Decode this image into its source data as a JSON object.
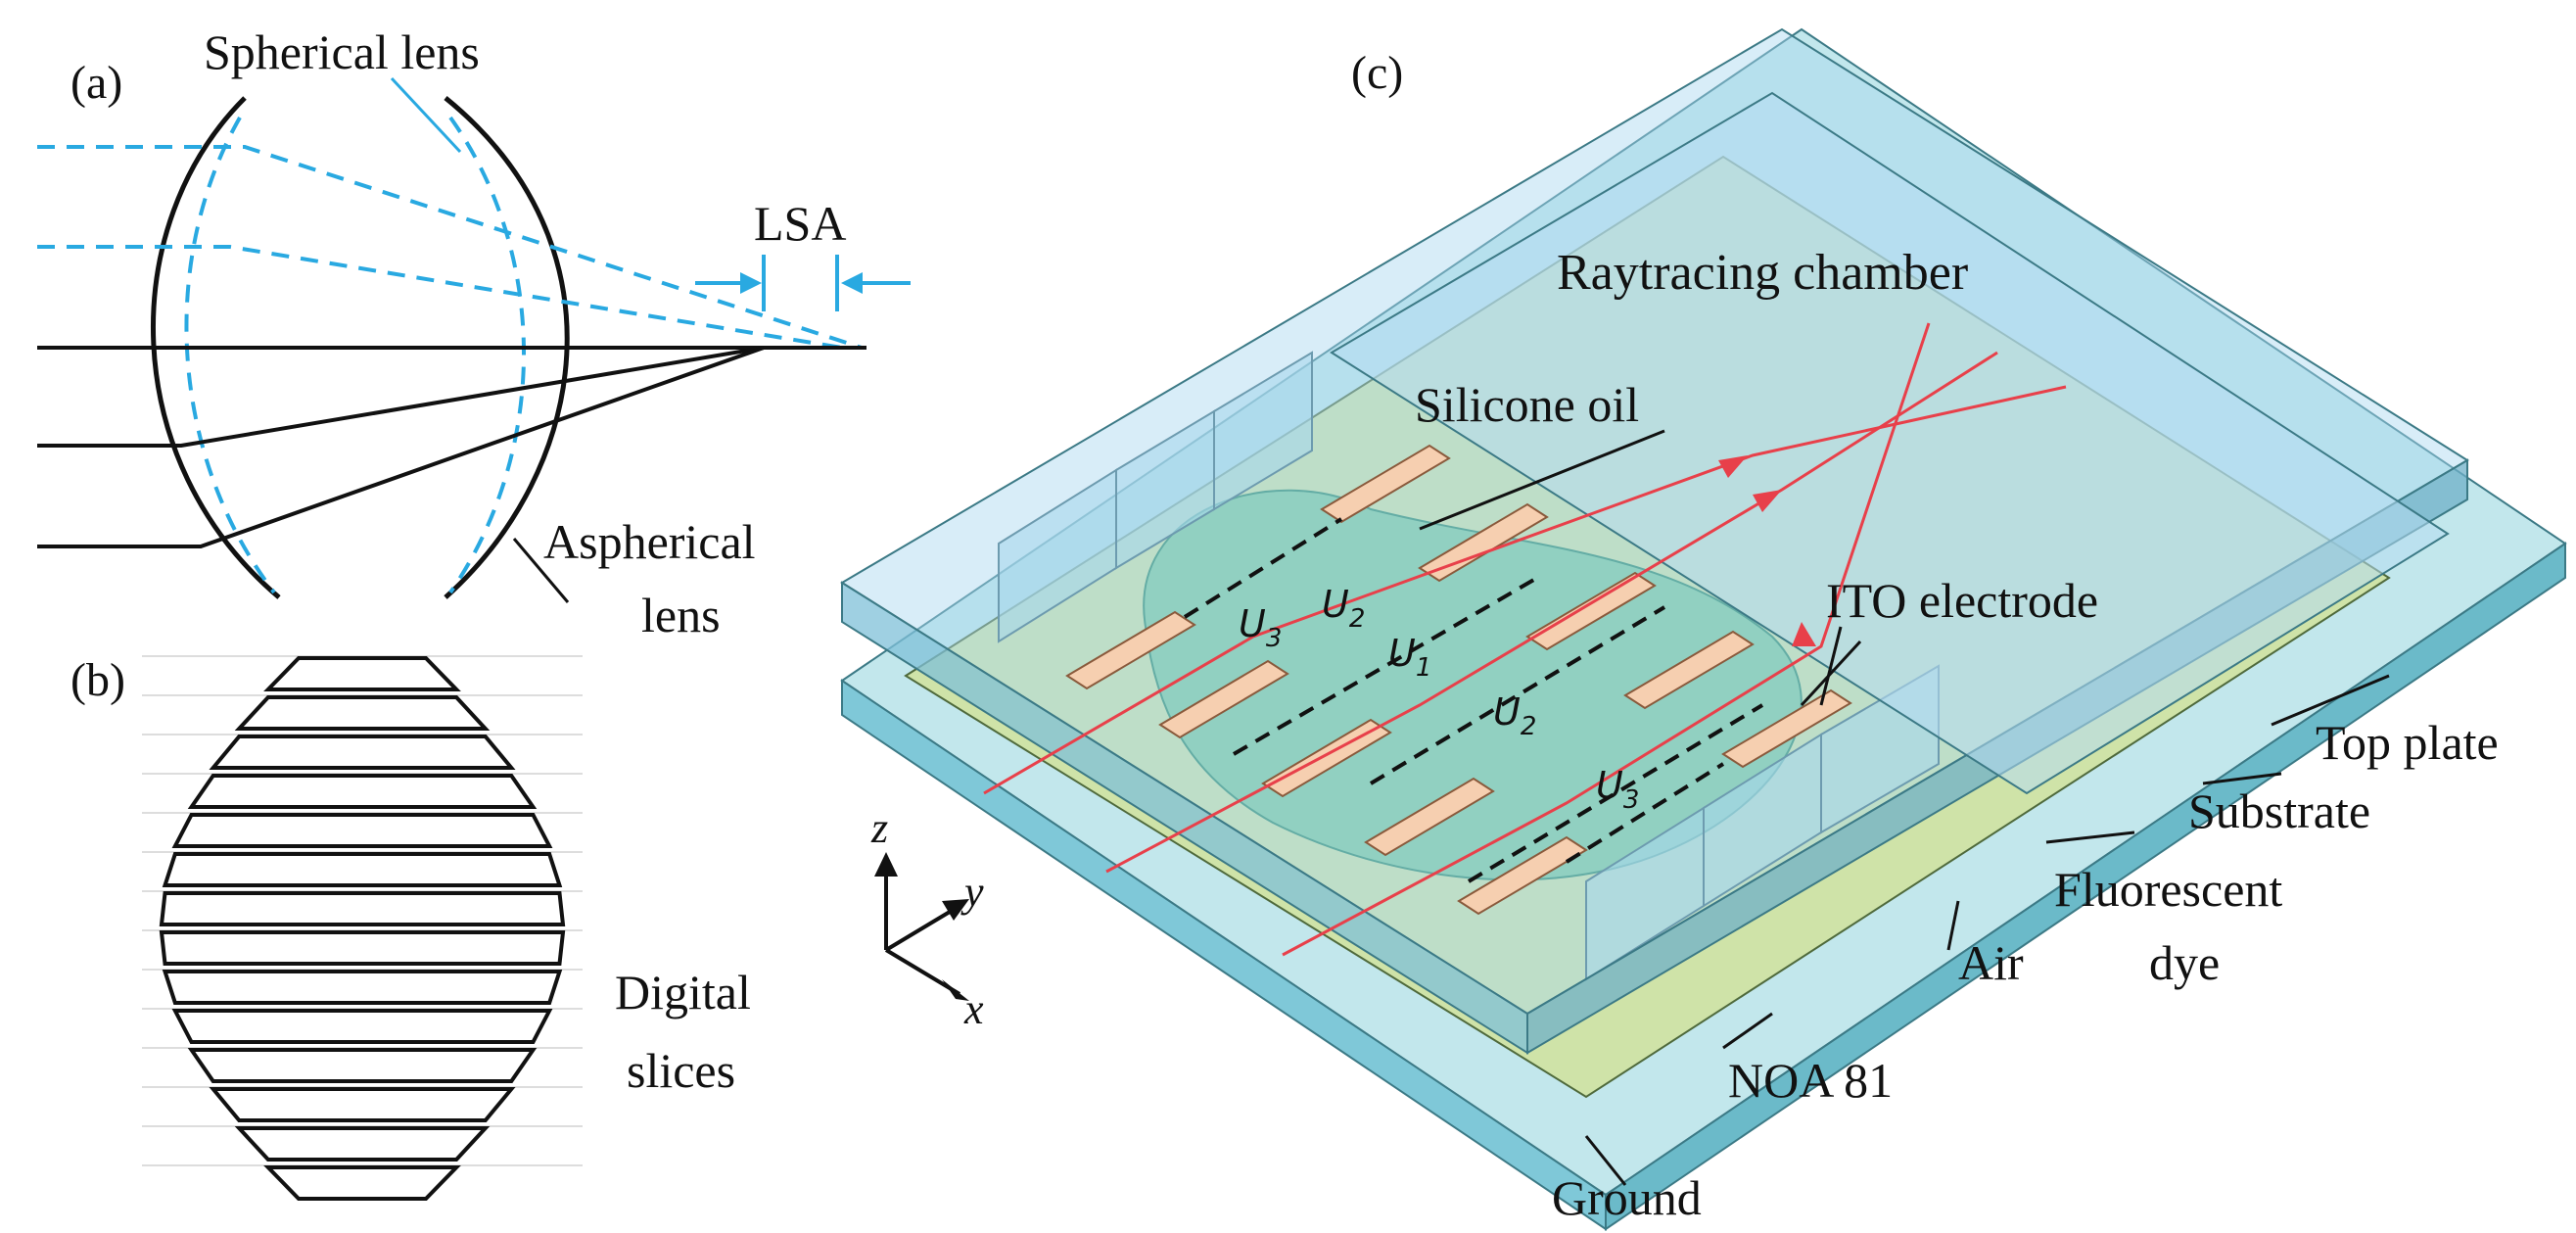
{
  "panel_a": {
    "tag": "(a)",
    "spherical_lens_label": "Spherical lens",
    "lsa_label": "LSA",
    "aspherical_lens_label_1": "Aspherical",
    "aspherical_lens_label_2": "lens"
  },
  "panel_b": {
    "tag": "(b)",
    "digital_slices_label_1": "Digital",
    "digital_slices_label_2": "slices"
  },
  "panel_c": {
    "tag": "(c)",
    "raytracing_chamber": "Raytracing chamber",
    "silicone_oil": "Silicone oil",
    "ito_electrode": "ITO electrode",
    "top_plate": "Top plate",
    "substrate": "Substrate",
    "fluorescent_dye_1": "Fluorescent",
    "fluorescent_dye_2": "dye",
    "air": "Air",
    "noa81": "NOA 81",
    "ground": "Ground",
    "voltage_base": "U",
    "u3_sub": "3",
    "u2_sub": "2",
    "u1_sub": "1",
    "axis_z": "z",
    "axis_y": "y",
    "axis_x": "x"
  },
  "colors": {
    "ray_blue": "#29a9e1",
    "ray_red": "#e8404a",
    "glass": "#7fc8d8",
    "chamber_blue": "#a9d6ef",
    "substrate_green": "#cfe3a8",
    "oil_green": "#3db88f",
    "electrode": "#f6cfb0"
  }
}
